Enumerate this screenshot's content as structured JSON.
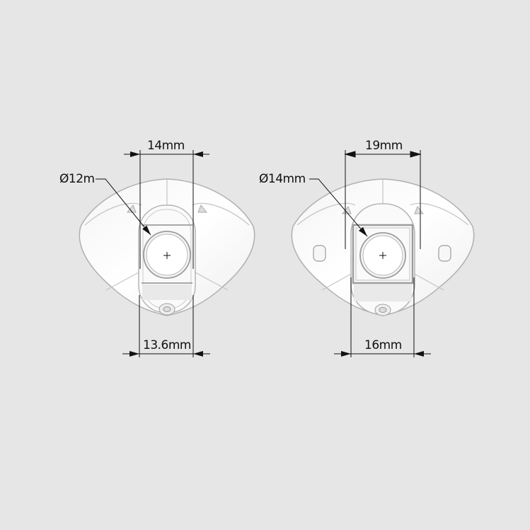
{
  "diagram": {
    "background_color": "#e6e6e6",
    "line_color": "#111111",
    "part_outline_color": "#b8b8b8",
    "left_part": {
      "top_width_label": "14mm",
      "diameter_label": "Ø12m",
      "bottom_width_label": "13.6mm"
    },
    "right_part": {
      "top_width_label": "19mm",
      "diameter_label": "Ø14mm",
      "bottom_width_label": "16mm"
    }
  }
}
